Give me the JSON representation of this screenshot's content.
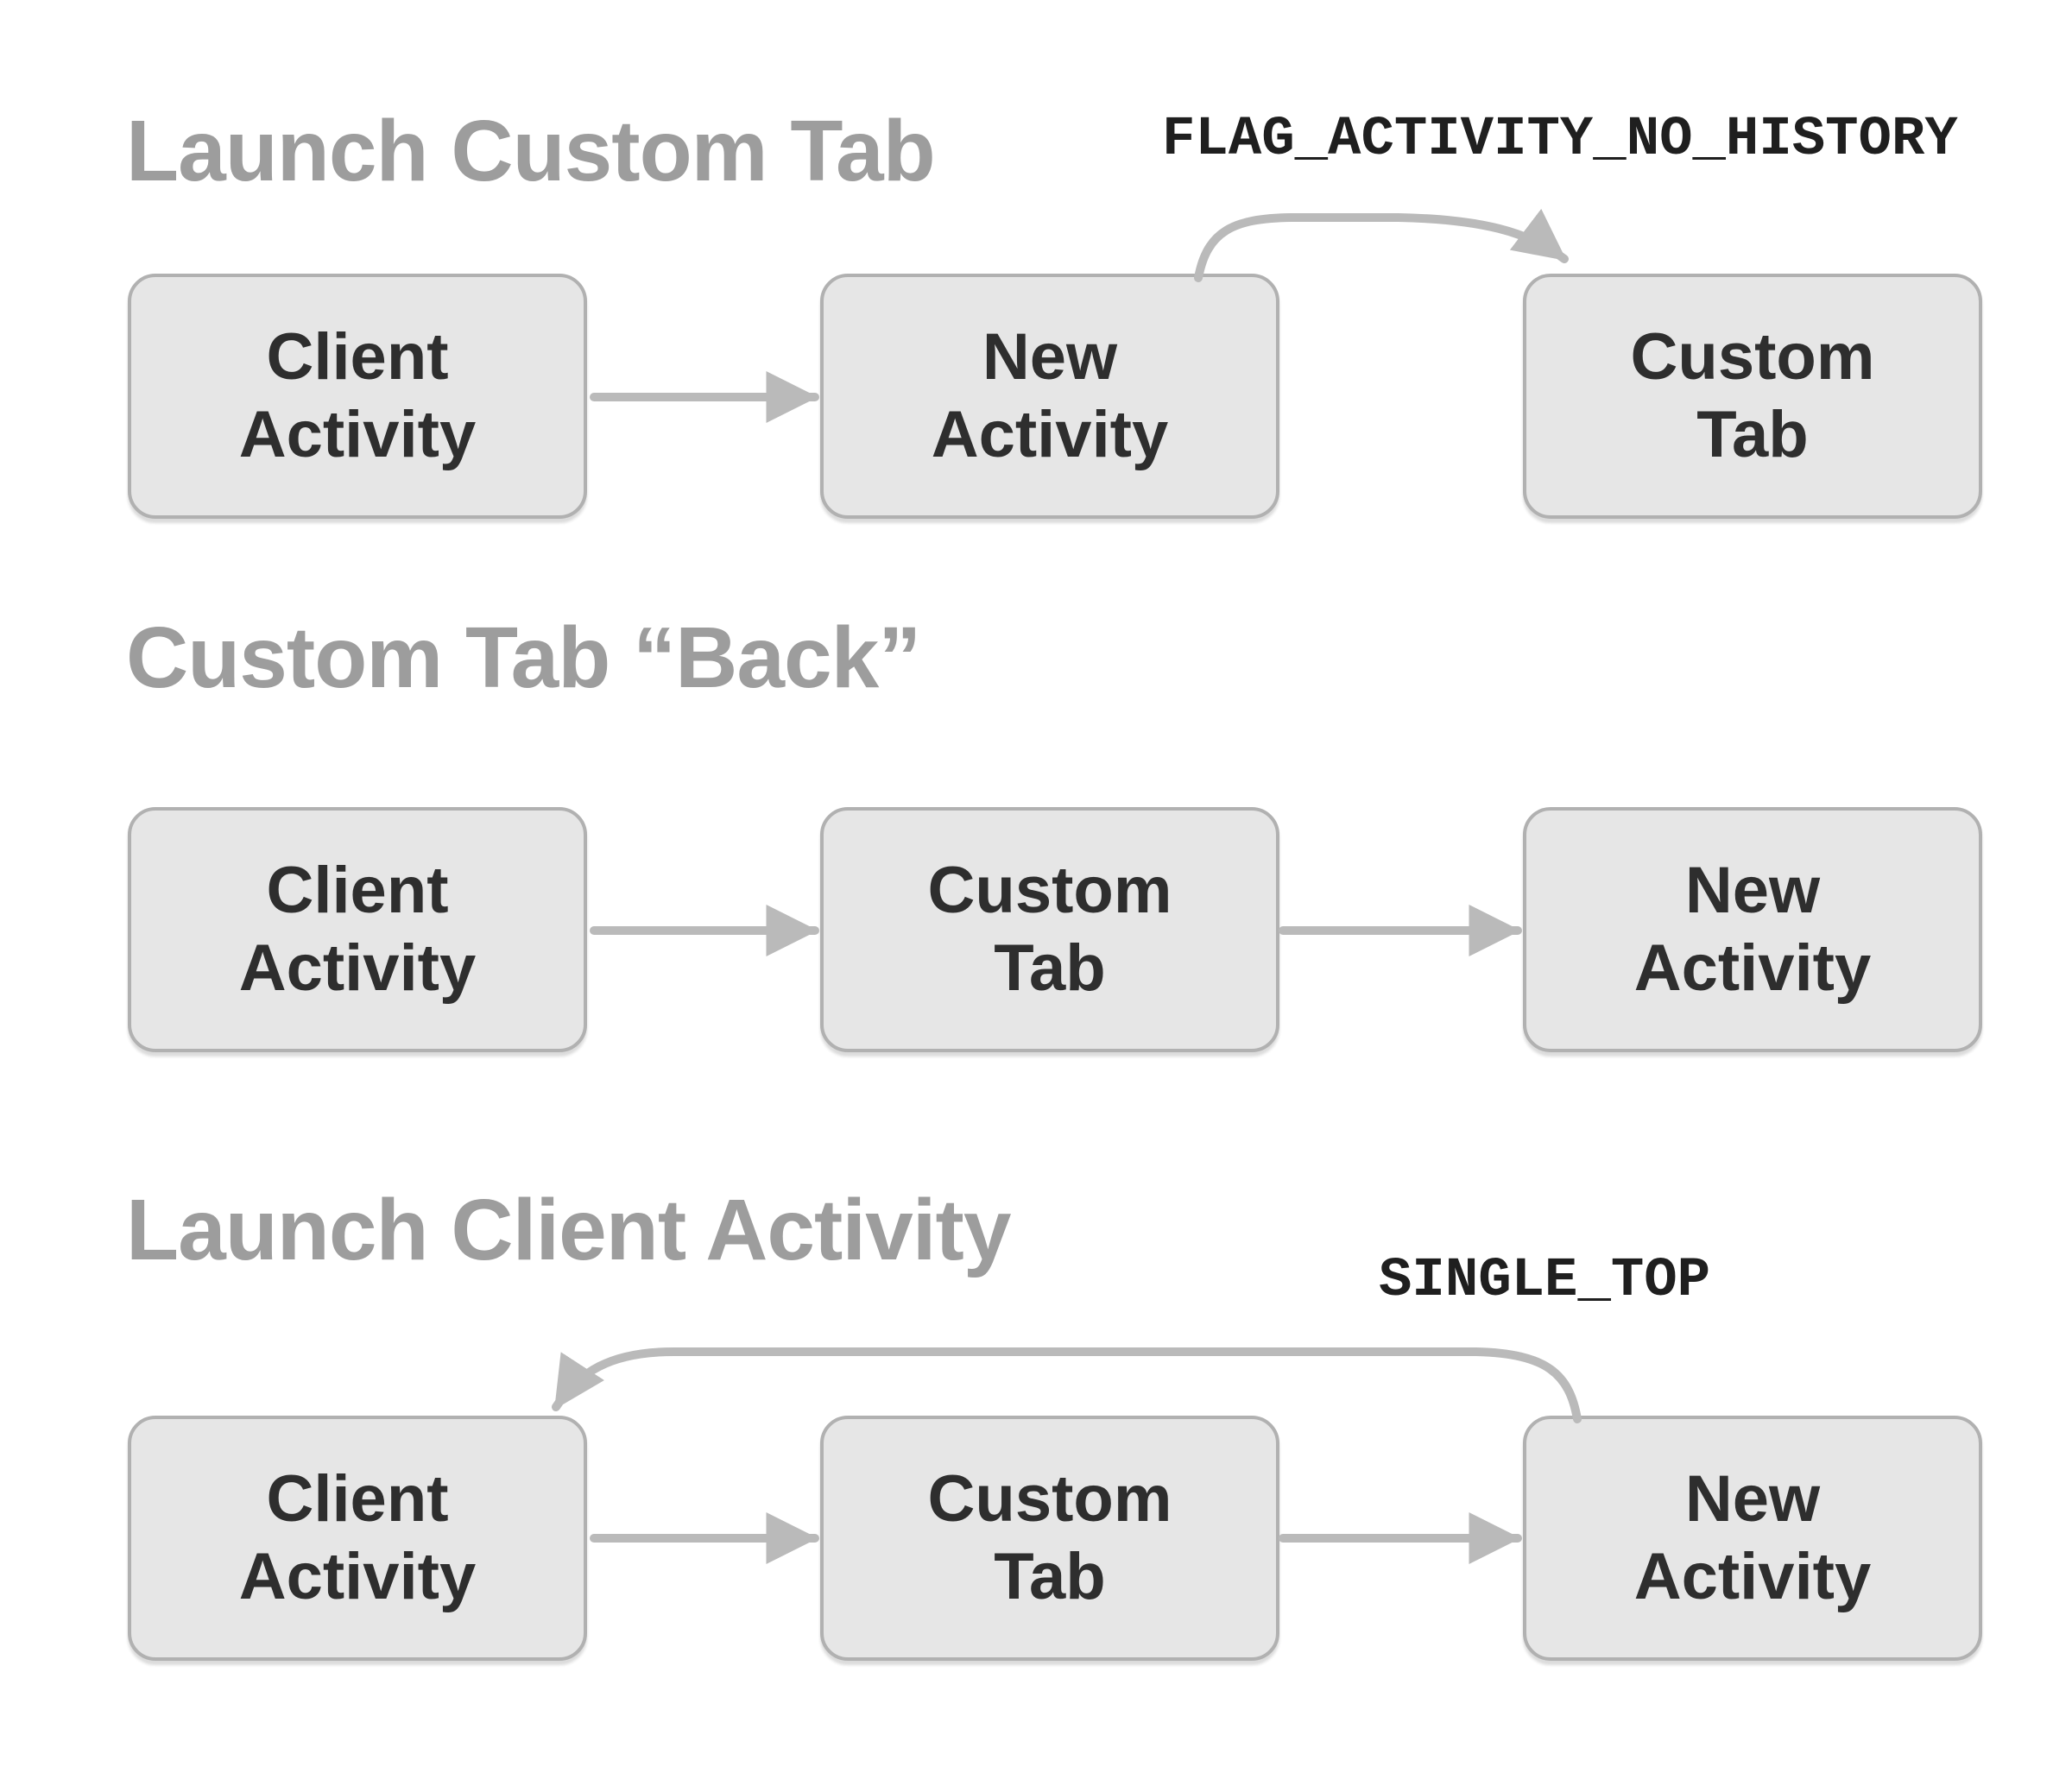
{
  "sections": [
    {
      "title": "Launch Custom Tab",
      "annotation": "FLAG_ACTIVITY_NO_HISTORY",
      "boxes": [
        {
          "line1": "Client",
          "line2": "Activity"
        },
        {
          "line1": "New",
          "line2": "Activity"
        },
        {
          "line1": "Custom",
          "line2": "Tab"
        }
      ]
    },
    {
      "title": "Custom Tab “Back”",
      "boxes": [
        {
          "line1": "Client",
          "line2": "Activity"
        },
        {
          "line1": "Custom",
          "line2": "Tab"
        },
        {
          "line1": "New",
          "line2": "Activity"
        }
      ]
    },
    {
      "title": "Launch Client Activity",
      "annotation": "SINGLE_TOP",
      "boxes": [
        {
          "line1": "Client",
          "line2": "Activity"
        },
        {
          "line1": "Custom",
          "line2": "Tab"
        },
        {
          "line1": "New",
          "line2": "Activity"
        }
      ]
    }
  ],
  "colors": {
    "background": "#ffffff",
    "section_title": "#9d9d9d",
    "box_fill": "#e6e6e6",
    "box_border": "#b1b1b1",
    "box_text": "#2e2e2e",
    "arrow": "#bababa",
    "annotation_text": "#1f1f1f"
  }
}
